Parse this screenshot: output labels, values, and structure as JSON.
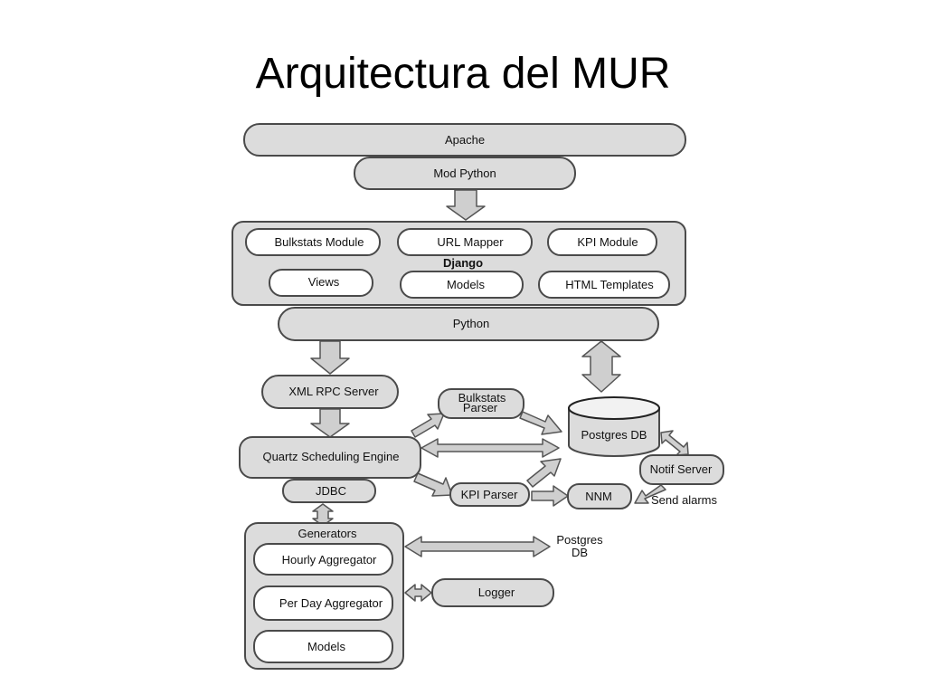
{
  "title": "Arquitectura del MUR",
  "layers": {
    "apache": "Apache",
    "mod_python": "Mod Python",
    "django": {
      "label": "Django",
      "modules": [
        "Bulkstats Module",
        "URL Mapper",
        "KPI Module",
        "Views",
        "Models",
        "HTML Templates"
      ]
    },
    "python": "Python"
  },
  "components": {
    "xml_rpc": "XML RPC Server",
    "quartz": "Quartz Scheduling Engine",
    "jdbc": "JDBC",
    "bulkstats_parser": [
      "Bulkstats",
      "Parser"
    ],
    "kpi_parser": "KPI Parser",
    "postgres_db": "Postgres DB",
    "notif_server": "Notif Server",
    "nnm": "NNM",
    "send_alarms": "Send alarms",
    "postgres_db_2": [
      "Postgres",
      "DB"
    ],
    "logger": "Logger"
  },
  "generators": {
    "label": "Generators",
    "items": [
      "Hourly Aggregator",
      "Per Day Aggregator",
      "Models"
    ]
  },
  "colors": {
    "box_fill": "#dcdcdc",
    "inner_fill": "#ffffff",
    "stroke": "#4a4a4a",
    "arrow_fill": "#cfcfcf",
    "arrow_stroke": "#555555"
  }
}
